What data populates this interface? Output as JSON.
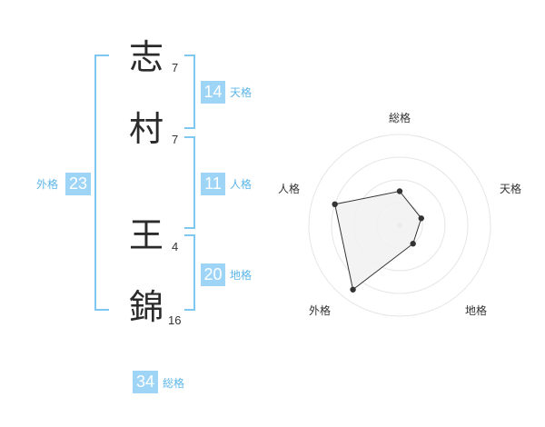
{
  "characters": [
    {
      "kanji": "志",
      "strokes": "7"
    },
    {
      "kanji": "村",
      "strokes": "7"
    },
    {
      "kanji": "王",
      "strokes": "4"
    },
    {
      "kanji": "錦",
      "strokes": "16"
    }
  ],
  "fortunes": {
    "tenkaku": {
      "label": "天格",
      "value": "14"
    },
    "jinkaku": {
      "label": "人格",
      "value": "11"
    },
    "chikaku": {
      "label": "地格",
      "value": "20"
    },
    "gaikaku": {
      "label": "外格",
      "value": "23"
    },
    "soukaku": {
      "label": "総格",
      "value": "34"
    }
  },
  "radar": {
    "axes": [
      "総格",
      "天格",
      "地格",
      "外格",
      "人格"
    ],
    "levels": 4,
    "scores": [
      1.5,
      1.0,
      1.0,
      3.5,
      3.0
    ],
    "max": 4,
    "fill_color": "#f1f1f1",
    "line_color": "#333333",
    "grid_color": "#e6e6e6"
  }
}
